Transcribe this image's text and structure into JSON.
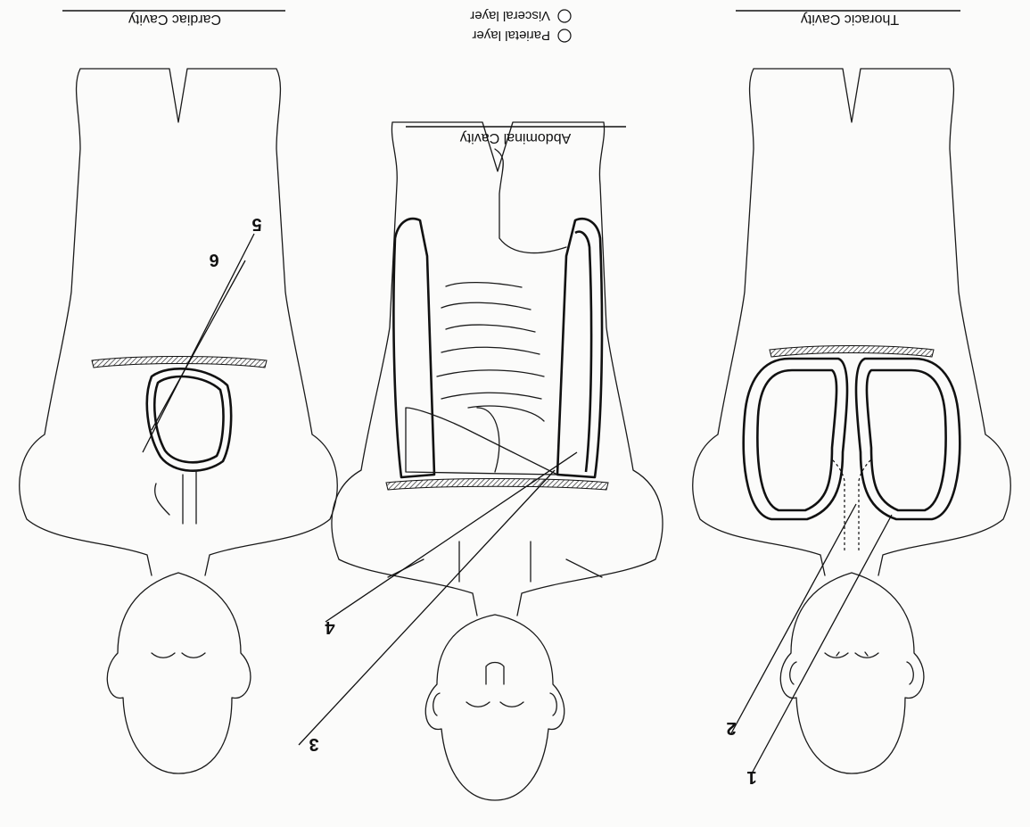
{
  "orientation": "rotated 180 degrees (upside-down)",
  "legend": {
    "items": [
      {
        "label": "Visceral layer"
      },
      {
        "label": "Parietal layer"
      }
    ]
  },
  "panels": {
    "thoracic": {
      "title": "Thoracic Cavity",
      "labels": [
        "1",
        "2"
      ]
    },
    "abdominal": {
      "title": "Abdominal Cavity",
      "labels": [
        "3",
        "4"
      ]
    },
    "cardiac": {
      "title": "Cardiac Cavity",
      "labels": [
        "5",
        "6"
      ]
    }
  }
}
